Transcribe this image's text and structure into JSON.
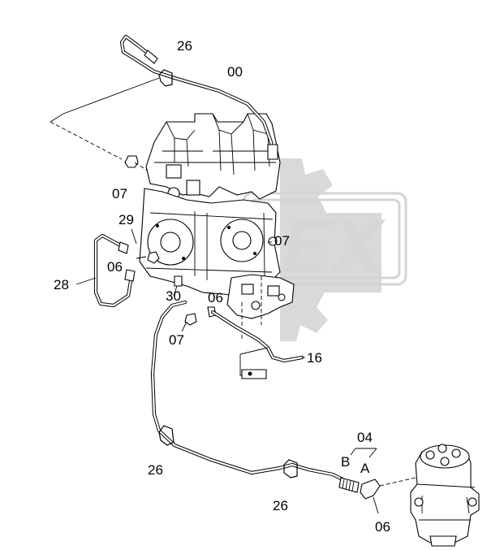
{
  "callouts": {
    "c00": "00",
    "c26_top": "26",
    "c07_left": "07",
    "c29": "29",
    "c06_left": "06",
    "c28": "28",
    "c30": "30",
    "c07_bottom": "07",
    "c06_mid": "06",
    "c07_right": "07",
    "c16": "16",
    "c04": "04",
    "cB": "B",
    "cA": "A",
    "c26_bl": "26",
    "c26_bm": "26",
    "c06_br": "06"
  },
  "watermark": {
    "text": "EX",
    "color": "#d9d9d9"
  }
}
